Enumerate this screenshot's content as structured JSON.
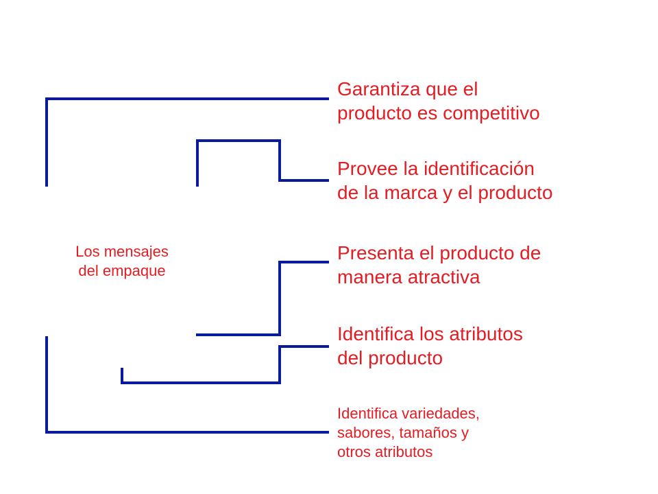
{
  "diagram": {
    "center_label": [
      "Los mensajes",
      "del empaque"
    ],
    "items": [
      [
        "Garantiza que el",
        "producto es competitivo"
      ],
      [
        "Provee la identificación",
        "de la marca y el producto"
      ],
      [
        "Presenta el producto de",
        "manera atractiva"
      ],
      [
        "Identifica los atributos",
        "del producto"
      ],
      [
        "Identifica variedades,",
        "sabores, tamaños y",
        "otros atributos"
      ]
    ]
  },
  "colors": {
    "text": "#e21d23",
    "line": "#0a1a9c",
    "background": "#ffffff"
  }
}
